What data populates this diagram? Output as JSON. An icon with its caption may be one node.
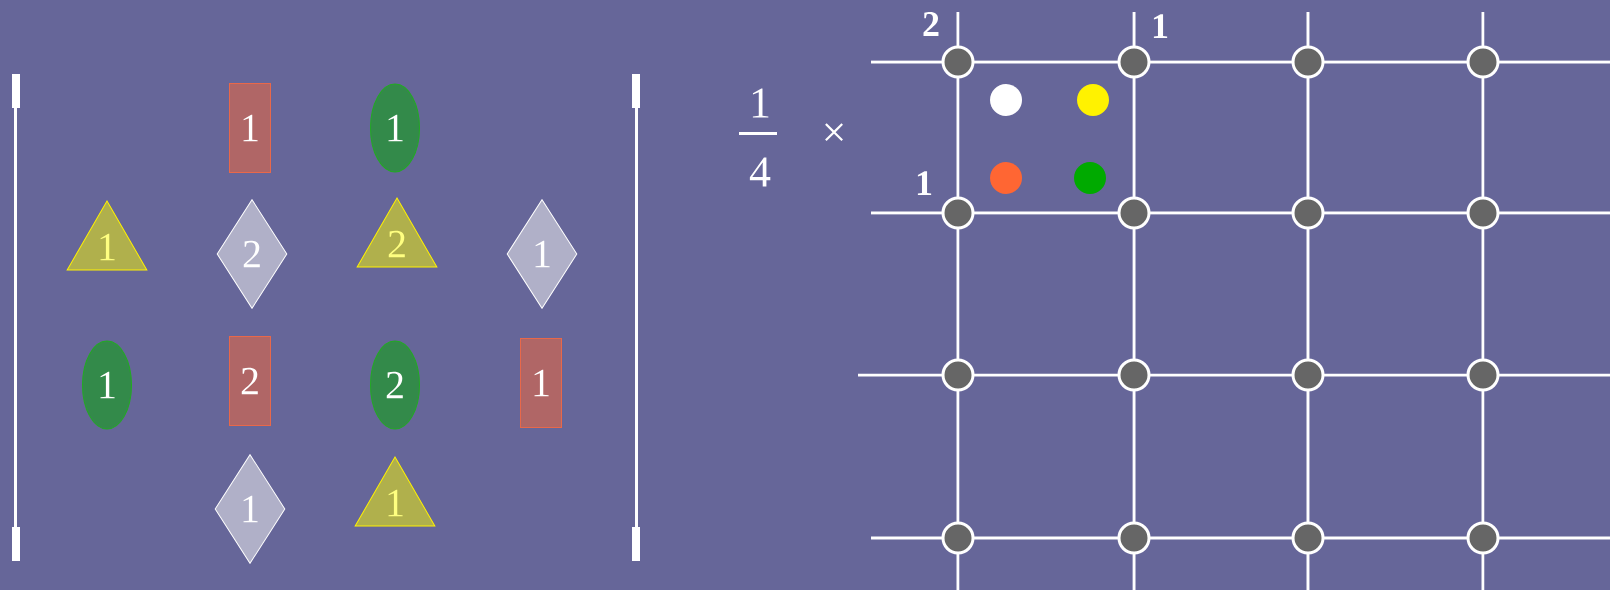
{
  "diagram": {
    "nodes": [
      {
        "text": [
          "1"
        ]
      },
      {
        "text": [
          "1"
        ]
      },
      {
        "text": [
          "1"
        ]
      },
      {
        "text": [
          "2"
        ]
      },
      {
        "text": [
          "2"
        ]
      },
      {
        "text": [
          "1"
        ]
      },
      {
        "text": [
          "1"
        ]
      },
      {
        "text": [
          "2"
        ]
      },
      {
        "text": [
          "2"
        ]
      },
      {
        "text": [
          "1"
        ]
      },
      {
        "text": [
          "1"
        ]
      },
      {
        "text": [
          "1"
        ]
      }
    ],
    "labels": [
      "2",
      "1",
      "1",
      "4",
      "×",
      "1"
    ]
  }
}
